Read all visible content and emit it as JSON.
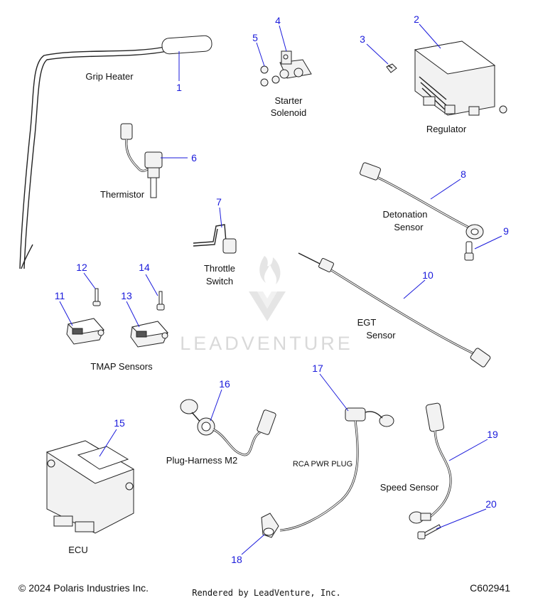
{
  "parts": [
    {
      "callout": "1",
      "label": "Grip Heater"
    },
    {
      "callout": "2",
      "label": "Regulator"
    },
    {
      "callout": "3",
      "label": ""
    },
    {
      "callout": "4",
      "label_line1": "Starter",
      "label_line2": "Solenoid"
    },
    {
      "callout": "5",
      "label": ""
    },
    {
      "callout": "6",
      "label": "Thermistor"
    },
    {
      "callout": "7",
      "label_line1": "Throttle",
      "label_line2": "Switch"
    },
    {
      "callout": "8",
      "label_line1": "Detonation",
      "label_line2": "Sensor"
    },
    {
      "callout": "9",
      "label": ""
    },
    {
      "callout": "10",
      "label_line1": "EGT",
      "label_line2": "Sensor"
    },
    {
      "callout": "11",
      "label": ""
    },
    {
      "callout": "12",
      "label": ""
    },
    {
      "callout": "13",
      "label": ""
    },
    {
      "callout": "14",
      "label": ""
    },
    {
      "callout": "15",
      "label": "ECU"
    },
    {
      "callout": "16",
      "label": "Plug-Harness M2"
    },
    {
      "callout": "17",
      "label": "RCA PWR PLUG"
    },
    {
      "callout": "18",
      "label": ""
    },
    {
      "callout": "19",
      "label": "Speed Sensor"
    },
    {
      "callout": "20",
      "label": ""
    }
  ],
  "group_label": "TMAP Sensors",
  "watermark": "LEADVENTURE",
  "footer": {
    "copyright": "© 2024 Polaris Industries Inc.",
    "rendered_by": "Rendered by LeadVenture, Inc.",
    "diagram_id": "C602941"
  },
  "colors": {
    "callout": "#1a1adb",
    "watermark": "#d9d9d9"
  }
}
